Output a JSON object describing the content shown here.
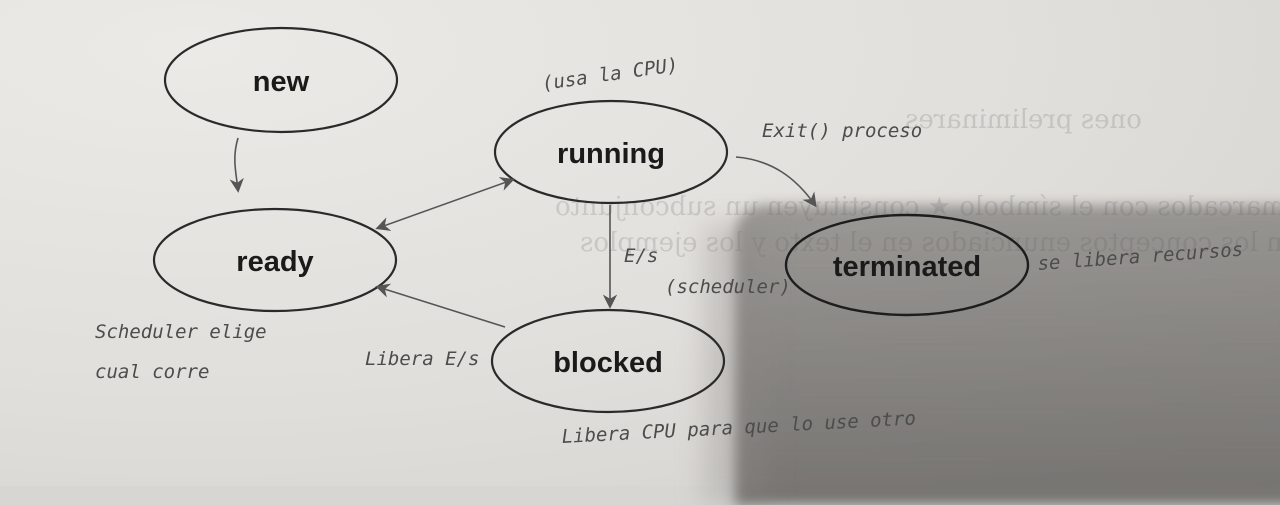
{
  "nodes": {
    "new": "new",
    "ready": "ready",
    "running": "running",
    "blocked": "blocked",
    "terminated": "terminated"
  },
  "annotations": {
    "uses_cpu": "(usa la CPU)",
    "exit": "Exit() proceso",
    "io": "E/s",
    "scheduler": "(scheduler)",
    "frees_resources": "se libera recursos",
    "scheduler_line1": "Scheduler elige",
    "scheduler_line2": "cual corre",
    "frees_io": "Libera E/s",
    "frees_cpu": "Libera CPU para que lo use otro"
  },
  "colors": {
    "ink": "#2a2a2a",
    "pencil": "#555555",
    "paper": "#e3e1dd"
  }
}
